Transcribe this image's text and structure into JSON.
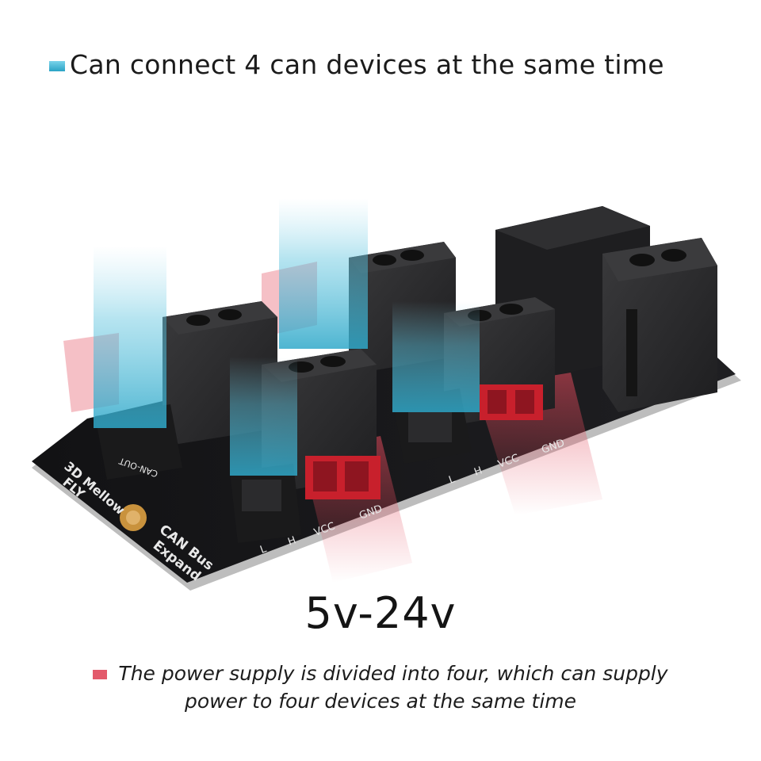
{
  "headline": "Can connect 4 can devices at the same time",
  "voltage": "5v-24v",
  "note": {
    "line1": "The power supply is divided into four, which can supply",
    "line2": "power to four devices at the same time"
  },
  "board": {
    "brand": "3D Mellow",
    "model": "FLY",
    "name_line1": "CAN Bus",
    "name_line2": "Expand",
    "can_out": "CAN-OUT",
    "pin_l": "L",
    "pin_h": "H",
    "pin_vcc": "VCC",
    "pin_gnd": "GND"
  },
  "colors": {
    "can_highlight": "#2fa8c9",
    "power_highlight": "#e34a5c",
    "board": "#1c1c1e",
    "terminal": "#2a2a2c",
    "connector_red": "#c8202c"
  }
}
